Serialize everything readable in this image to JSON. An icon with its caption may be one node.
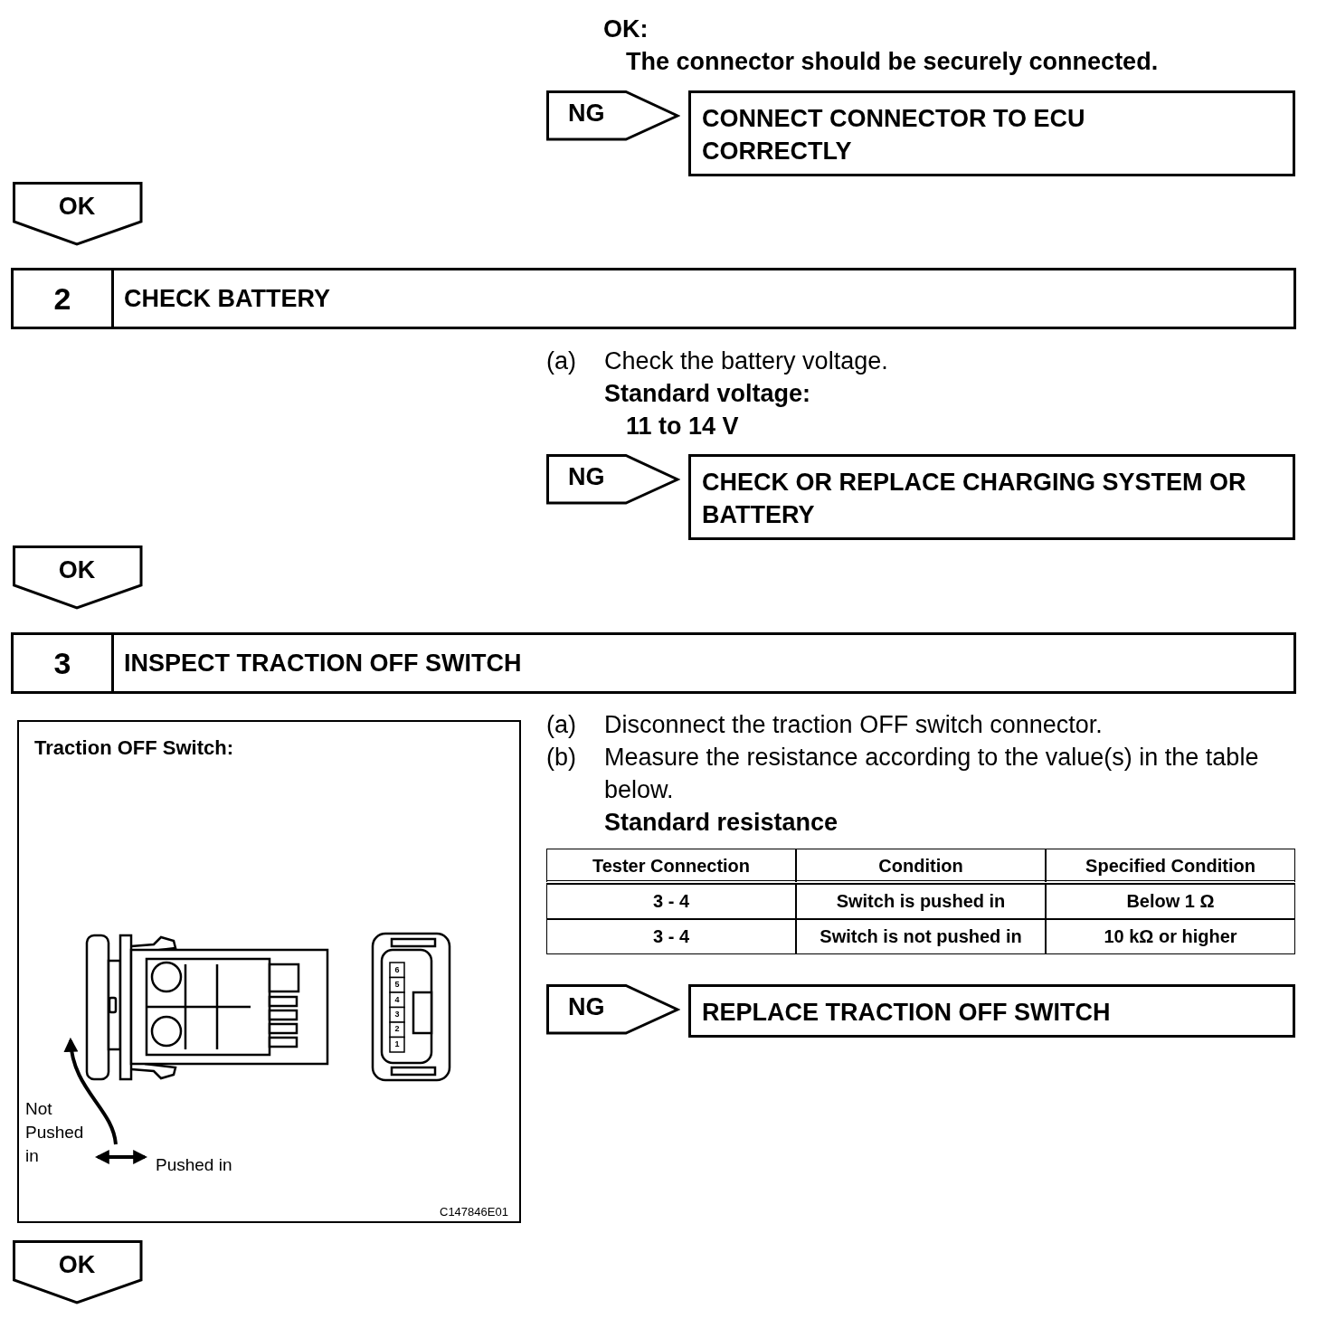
{
  "diagram": {
    "nodes": [
      {
        "text": [
          "NG"
        ]
      },
      {
        "text": [
          "CONNECT CONNECTOR TO ECU CORRECTLY"
        ]
      },
      {
        "text": [
          "OK"
        ]
      },
      {
        "text": [
          "2",
          "CHECK BATTERY"
        ]
      },
      {
        "text": [
          "NG"
        ]
      },
      {
        "text": [
          "CHECK OR REPLACE CHARGING SYSTEM OR BATTERY"
        ]
      },
      {
        "text": [
          "OK"
        ]
      },
      {
        "text": [
          "3",
          "INSPECT TRACTION OFF SWITCH"
        ]
      },
      {
        "text": [
          "Traction OFF Switch:"
        ]
      },
      {
        "text": [
          "NG"
        ]
      },
      {
        "text": [
          "REPLACE TRACTION OFF SWITCH"
        ]
      },
      {
        "text": [
          "OK"
        ]
      }
    ],
    "labels": [
      "OK:",
      "The connector should be securely connected.",
      "(a)",
      "Check the battery voltage.",
      "Standard voltage:",
      "11 to 14 V",
      "(a)",
      "Disconnect the traction OFF switch connector.",
      "(b)",
      "Measure the resistance according to the value(s) in the table below.",
      "Standard resistance",
      "Tester Connection",
      "Condition",
      "Specified Condition",
      "3 - 4",
      "Switch is pushed in",
      "Below 1 Ω",
      "3 - 4",
      "Switch is not pushed in",
      "10 kΩ or higher",
      "Not Pushed in",
      "Pushed in",
      "6",
      "5",
      "4",
      "3",
      "2",
      "1",
      "C147846E01"
    ]
  }
}
